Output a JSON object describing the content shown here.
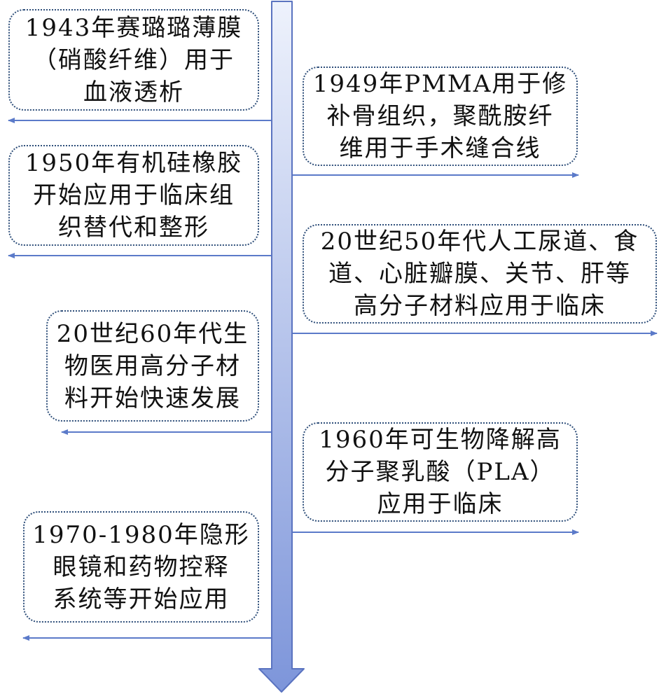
{
  "events": [
    {
      "id": "e1943",
      "side": "left",
      "text": "1943年赛璐璐薄膜\n（硝酸纤维）用于\n血液透析"
    },
    {
      "id": "e1949",
      "side": "right",
      "text": "1949年PMMA用于修\n补骨组织，聚酰胺纤\n维用于手术缝合线"
    },
    {
      "id": "e1950",
      "side": "left",
      "text": "1950年有机硅橡胶\n开始应用于临床组\n织替代和整形"
    },
    {
      "id": "e1950s",
      "side": "right",
      "text": "20世纪50年代人工尿道、食\n道、心脏瓣膜、关节、肝等\n高分子材料应用于临床"
    },
    {
      "id": "e1960s",
      "side": "left",
      "text": "20世纪60年代生\n物医用高分子材\n料开始快速发展"
    },
    {
      "id": "e1960",
      "side": "right",
      "text": "1960年可生物降解高\n分子聚乳酸（PLA）\n应用于临床"
    },
    {
      "id": "e1970",
      "side": "left",
      "text": "1970-1980年隐形\n眼镜和药物控释\n系统等开始应用"
    }
  ],
  "colors": {
    "axis_top": "#e9eefb",
    "axis_bottom": "#7f97dc",
    "axis_border": "#5a73c0",
    "arrow_line": "#5b7ac9",
    "box_border": "#2f4f7a"
  }
}
